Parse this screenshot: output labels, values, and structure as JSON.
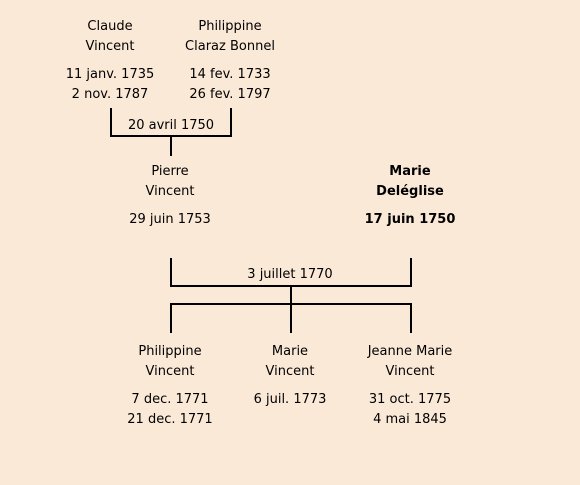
{
  "grandparents": {
    "father": {
      "first": "Claude",
      "last": "Vincent",
      "birth": "11 janv. 1735",
      "death": "2 nov. 1787"
    },
    "mother": {
      "first": "Philippine",
      "last": "Claraz Bonnel",
      "birth": "14 fev. 1733",
      "death": "26 fev. 1797"
    },
    "marriage": "20 avril 1750"
  },
  "parents": {
    "father": {
      "first": "Pierre",
      "last": "Vincent",
      "birth": "29 juin 1753"
    },
    "mother": {
      "first": "Marie",
      "last": "Deléglise",
      "birth": "17 juin 1750"
    },
    "marriage": "3 juillet 1770"
  },
  "children": [
    {
      "first": "Philippine",
      "last": "Vincent",
      "birth": "7 dec. 1771",
      "death": "21 dec. 1771"
    },
    {
      "first": "Marie",
      "last": "Vincent",
      "birth": "6 juil. 1773",
      "death": ""
    },
    {
      "first": "Jeanne Marie",
      "last": "Vincent",
      "birth": "31 oct. 1775",
      "death": "4 mai 1845"
    }
  ]
}
